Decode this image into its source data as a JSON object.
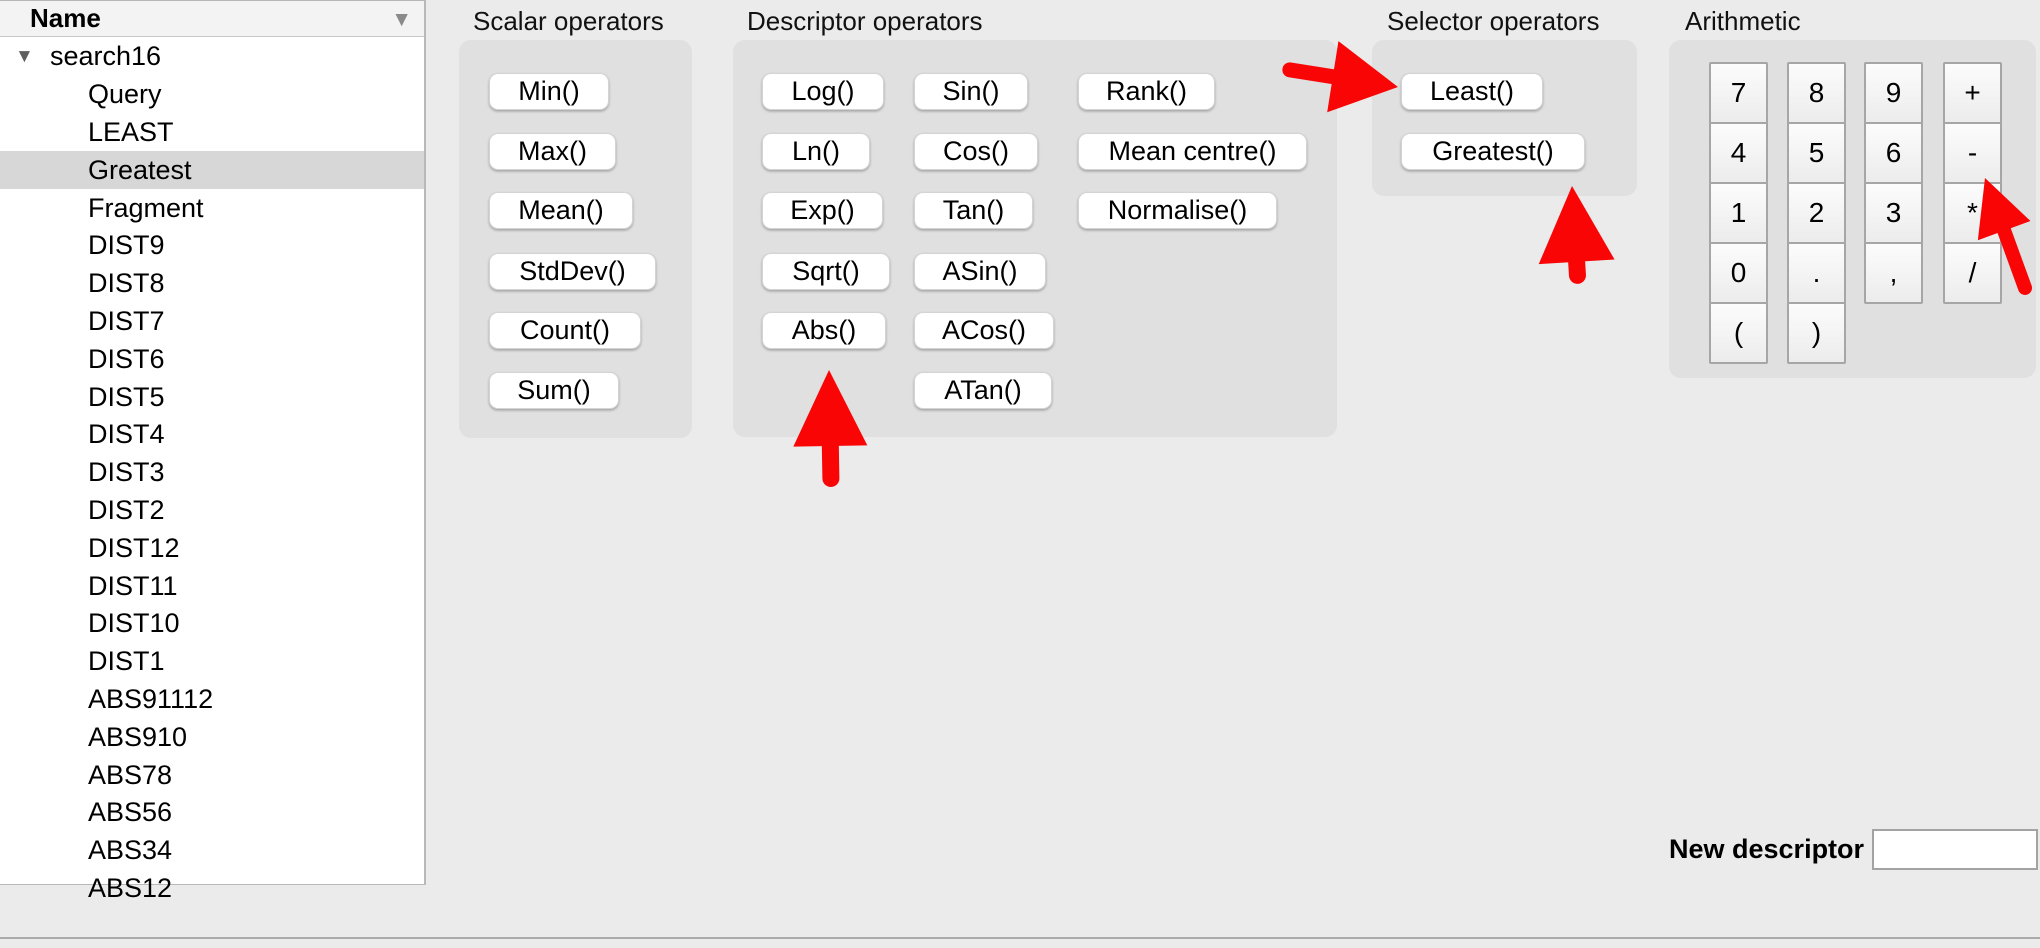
{
  "sidebar": {
    "header": "Name",
    "root": "search16",
    "items": [
      "Query",
      "LEAST",
      "Greatest",
      "Fragment",
      "DIST9",
      "DIST8",
      "DIST7",
      "DIST6",
      "DIST5",
      "DIST4",
      "DIST3",
      "DIST2",
      "DIST12",
      "DIST11",
      "DIST10",
      "DIST1",
      "ABS91112",
      "ABS910",
      "ABS78",
      "ABS56",
      "ABS34",
      "ABS12"
    ],
    "selected_item": "Greatest"
  },
  "panels": {
    "scalar": {
      "title": "Scalar operators",
      "buttons": [
        "Min()",
        "Max()",
        "Mean()",
        "StdDev()",
        "Count()",
        "Sum()"
      ]
    },
    "descriptor": {
      "title": "Descriptor operators",
      "buttons": [
        "Log()",
        "Sin()",
        "Rank()",
        "Ln()",
        "Cos()",
        "Mean centre()",
        "Exp()",
        "Tan()",
        "Normalise()",
        "Sqrt()",
        "ASin()",
        "Abs()",
        "ACos()",
        "ATan()"
      ]
    },
    "selector": {
      "title": "Selector operators",
      "buttons": [
        "Least()",
        "Greatest()"
      ]
    },
    "arithmetic": {
      "title": "Arithmetic",
      "keys": [
        [
          "7",
          "8",
          "9",
          "+"
        ],
        [
          "4",
          "5",
          "6",
          "-"
        ],
        [
          "1",
          "2",
          "3",
          "*"
        ],
        [
          "0",
          ".",
          ",",
          "/"
        ],
        [
          "(",
          ")"
        ]
      ]
    }
  },
  "footer": {
    "new_descriptor_label": "New descriptor",
    "input_value": "",
    "input_placeholder": ""
  },
  "colors": {
    "accent_red": "#F90505",
    "selection_gray": "#D7D7D7",
    "panel_gray": "#E0E0E0",
    "background_gray": "#EBEBEB"
  },
  "icons": {
    "sort_caret": "▼",
    "disclosure_triangle": "▼"
  }
}
